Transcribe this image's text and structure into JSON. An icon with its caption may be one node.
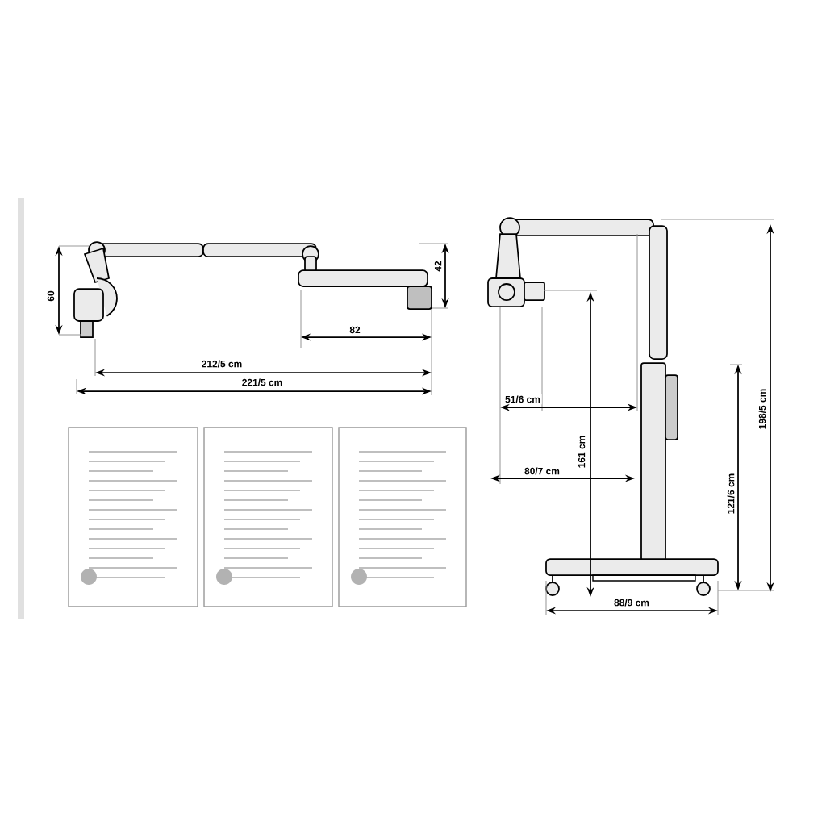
{
  "diagram": {
    "labels": [
      "60",
      "42",
      "82",
      "212/5 cm",
      "221/5 cm",
      "51/6 cm",
      "161 cm",
      "80/7 cm",
      "121/6 cm",
      "198/5 cm",
      "88/9 cm"
    ]
  }
}
